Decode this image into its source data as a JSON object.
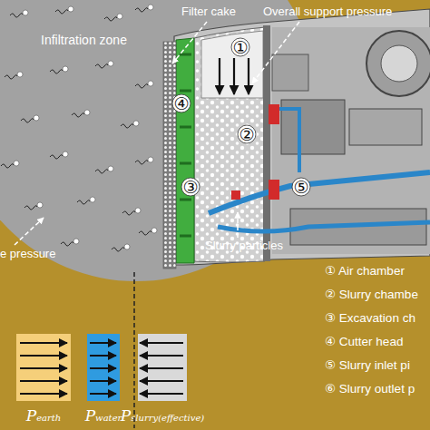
{
  "diagram": {
    "nodes": [
      {
        "text": [
          "Infiltration zone"
        ]
      },
      {
        "text": [
          "Pearth"
        ]
      },
      {
        "text": [
          "Pwater"
        ]
      },
      {
        "text": [
          "Pslurry(effective)"
        ]
      }
    ],
    "labels": [
      "Filter cake",
      "Overall support pressure",
      "e pressure",
      "Slurry particles",
      "①",
      "②",
      "③",
      "④",
      "⑤",
      "① Air chamber",
      "② Slurry chambe",
      "③ Excavation ch",
      "④ Cutter head",
      "⑤ Slurry inlet pi",
      "⑥ Slurry outlet p"
    ]
  }
}
